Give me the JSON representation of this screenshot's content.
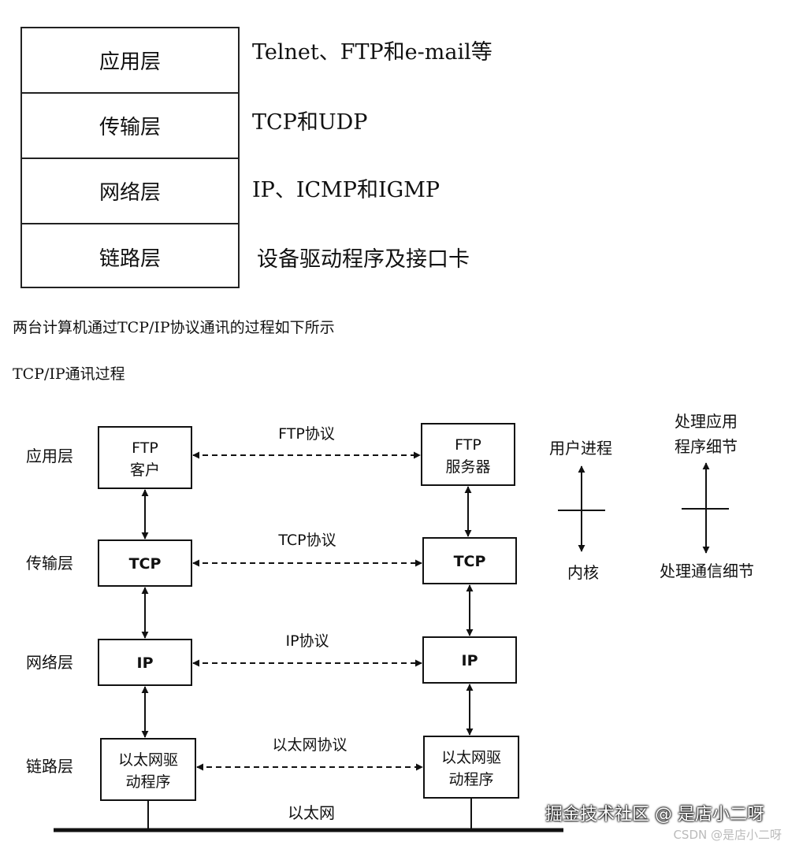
{
  "layer_table": {
    "rows": [
      {
        "layer": "应用层",
        "protocols": "Telnet、FTP和e-mail等"
      },
      {
        "layer": "传输层",
        "protocols": "TCP和UDP"
      },
      {
        "layer": "网络层",
        "protocols": "IP、ICMP和IGMP"
      },
      {
        "layer": "链路层",
        "protocols": "设备驱动程序及接口卡"
      }
    ]
  },
  "paragraphs": {
    "intro": "两台计算机通过TCP/IP协议通讯的过程如下所示",
    "heading": "TCP/IP通讯过程"
  },
  "diagram": {
    "layer_labels": [
      "应用层",
      "传输层",
      "网络层",
      "链路层"
    ],
    "client_boxes": [
      [
        "FTP",
        "客户"
      ],
      [
        "TCP"
      ],
      [
        "IP"
      ],
      [
        "以太网驱",
        "动程序"
      ]
    ],
    "server_boxes": [
      [
        "FTP",
        "服务器"
      ],
      [
        "TCP"
      ],
      [
        "IP"
      ],
      [
        "以太网驱",
        "动程序"
      ]
    ],
    "protocols": [
      "FTP协议",
      "TCP协议",
      "IP协议",
      "以太网协议"
    ],
    "ethernet_label": "以太网",
    "user_process": "用户进程",
    "kernel": "内核",
    "app_detail_line1": "处理应用",
    "app_detail_line2": "程序细节",
    "comm_detail": "处理通信细节"
  },
  "watermark": {
    "text": "掘金技术社区 @ 是店小二呀",
    "csdn": "CSDN @是店小二呀"
  }
}
